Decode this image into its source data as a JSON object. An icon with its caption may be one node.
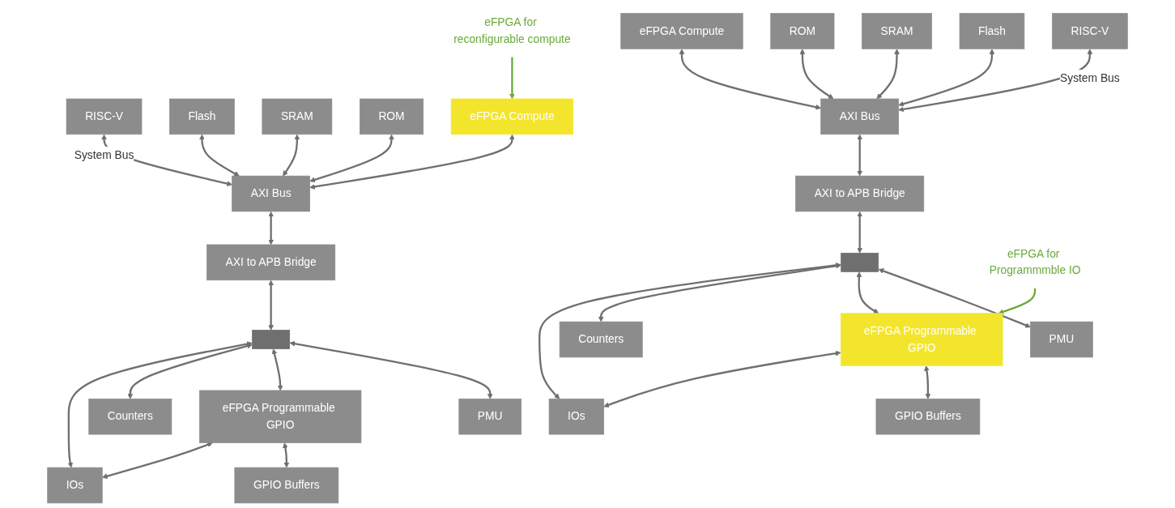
{
  "diagram": {
    "nodes": [
      {
        "text": [
          "RISC-V"
        ]
      },
      {
        "text": [
          "Flash"
        ]
      },
      {
        "text": [
          "SRAM"
        ]
      },
      {
        "text": [
          "ROM"
        ]
      },
      {
        "text": [
          "eFPGA Compute"
        ]
      },
      {
        "text": [
          "AXI Bus"
        ]
      },
      {
        "text": [
          "AXI to APB Bridge"
        ]
      },
      {
        "text": [
          "eFPGA for reconfigurable compute"
        ]
      },
      {
        "text": [
          "PMU"
        ]
      },
      {
        "text": [
          "eFPGA Programmable GPIO"
        ]
      },
      {
        "text": [
          "GPIO Buffers"
        ]
      },
      {
        "text": [
          "Counters"
        ]
      },
      {
        "text": [
          "IOs"
        ]
      },
      {
        "text": [],
        "shape": "bar"
      },
      {
        "text": [
          "RISC-V"
        ]
      },
      {
        "text": [
          "Flash"
        ]
      },
      {
        "text": [
          "SRAM"
        ]
      },
      {
        "text": [
          "ROM"
        ]
      },
      {
        "text": [
          "eFPGA Compute"
        ]
      },
      {
        "text": [
          "AXI Bus"
        ]
      },
      {
        "text": [
          "AXI to APB Bridge"
        ]
      },
      {
        "text": [
          "eFPGA for Programmmble IO"
        ]
      },
      {
        "text": [
          "PMU"
        ]
      },
      {
        "text": [
          "eFPGA Programmable GPIO"
        ]
      },
      {
        "text": [
          "GPIO Buffers"
        ]
      },
      {
        "text": [
          "Counters"
        ]
      },
      {
        "text": [
          "IOs"
        ]
      },
      {
        "text": [],
        "shape": "bar"
      }
    ],
    "edges": [
      {
        "from": 0,
        "to": 5,
        "arrow": "both",
        "label": "System Bus"
      },
      {
        "from": 1,
        "to": 5,
        "arrow": "both"
      },
      {
        "from": 2,
        "to": 5,
        "arrow": "both"
      },
      {
        "from": 3,
        "to": 5,
        "arrow": "both"
      },
      {
        "from": 4,
        "to": 5,
        "arrow": "both"
      },
      {
        "from": 5,
        "to": 6,
        "arrow": "both"
      },
      {
        "from": 7,
        "to": 4,
        "arrow": "to",
        "color": "#6aaa3a"
      },
      {
        "from": 6,
        "to": 13,
        "arrow": "both"
      },
      {
        "from": 13,
        "to": 8,
        "arrow": "both"
      },
      {
        "from": 13,
        "to": 9,
        "arrow": "both"
      },
      {
        "from": 9,
        "to": 10,
        "arrow": "both"
      },
      {
        "from": 13,
        "to": 11,
        "arrow": "both"
      },
      {
        "from": 13,
        "to": 12,
        "arrow": "both"
      },
      {
        "from": 9,
        "to": 12,
        "arrow": "both"
      },
      {
        "from": 14,
        "to": 19,
        "arrow": "both",
        "label": "System Bus"
      },
      {
        "from": 15,
        "to": 19,
        "arrow": "both"
      },
      {
        "from": 16,
        "to": 19,
        "arrow": "both"
      },
      {
        "from": 17,
        "to": 19,
        "arrow": "both"
      },
      {
        "from": 18,
        "to": 19,
        "arrow": "both"
      },
      {
        "from": 19,
        "to": 20,
        "arrow": "both"
      },
      {
        "from": 21,
        "to": 23,
        "arrow": "to",
        "color": "#6aaa3a"
      },
      {
        "from": 20,
        "to": 27,
        "arrow": "both"
      },
      {
        "from": 27,
        "to": 22,
        "arrow": "both"
      },
      {
        "from": 27,
        "to": 23,
        "arrow": "both"
      },
      {
        "from": 23,
        "to": 24,
        "arrow": "both"
      },
      {
        "from": 27,
        "to": 25,
        "arrow": "both"
      },
      {
        "from": 27,
        "to": 26,
        "arrow": "both"
      },
      {
        "from": 23,
        "to": 26,
        "arrow": "both"
      }
    ]
  }
}
